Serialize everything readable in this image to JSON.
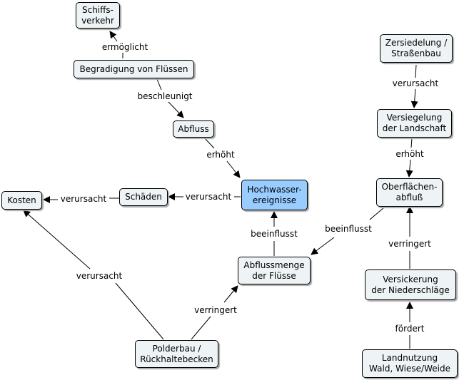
{
  "nodes": {
    "schiffsverkehr": [
      "Schiffs-",
      "verkehr"
    ],
    "begradigung": "Begradigung von Flüssen",
    "abfluss": "Abfluss",
    "hochwasser": [
      "Hochwasser-",
      "ereignisse"
    ],
    "schaeden": "Schäden",
    "kosten": "Kosten",
    "abflussmenge": [
      "Abflussmenge",
      "der Flüsse"
    ],
    "polderbau": [
      "Polderbau /",
      "Rückhaltebecken"
    ],
    "zersiedelung": [
      "Zersiedelung /",
      "Straßenbau"
    ],
    "versiegelung": [
      "Versiegelung",
      "der Landschaft"
    ],
    "oberflaechenabfluss": [
      "Oberflächen-",
      "abfluß"
    ],
    "versickerung": [
      "Versickerung",
      "der Niederschläge"
    ],
    "landnutzung": [
      "Landnutzung",
      "Wald, Wiese/Weide"
    ]
  },
  "links": {
    "ermoeglicht": "ermöglicht",
    "beschleunigt": "beschleunigt",
    "erhoeht_1": "erhöht",
    "verursacht_1": "verursacht",
    "verursacht_2": "verursacht",
    "beeinflusst_1": "beeinflusst",
    "verringert_1": "verringert",
    "verursacht_3": "verursacht",
    "verursacht_4": "verursacht",
    "erhoeht_2": "erhöht",
    "beeinflusst_2": "beeinflusst",
    "verringert_2": "verringert",
    "foerdert": "fördert"
  },
  "colors": {
    "node_fill": "#eef3f6",
    "center_fill": "#99ccff",
    "line": "#000000"
  }
}
